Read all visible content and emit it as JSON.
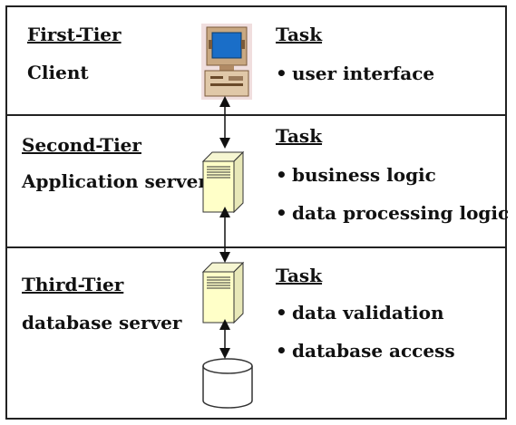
{
  "tiers": [
    {
      "title": "First-Tier",
      "role": "Client",
      "task_heading": "Task",
      "tasks": [
        "user interface"
      ],
      "icon": "client-computer-icon"
    },
    {
      "title": "Second-Tier",
      "role": "Application server",
      "task_heading": "Task",
      "tasks": [
        "business logic",
        "data processing logic"
      ],
      "icon": "server-icon"
    },
    {
      "title": "Third-Tier",
      "role": "database server",
      "task_heading": "Task",
      "tasks": [
        "data validation",
        "database access"
      ],
      "icon": "server-icon"
    }
  ],
  "extra_icons": [
    "database-cylinder-icon"
  ],
  "connectors": [
    "bidirectional-arrow",
    "bidirectional-arrow",
    "bidirectional-arrow"
  ],
  "bullet_glyph": "•",
  "colors": {
    "border": "#222222",
    "server_fill": "#ffffc8",
    "monitor_screen": "#1a6ec8",
    "computer_body": "#d9b98f",
    "icon_background": "#f0dede"
  }
}
